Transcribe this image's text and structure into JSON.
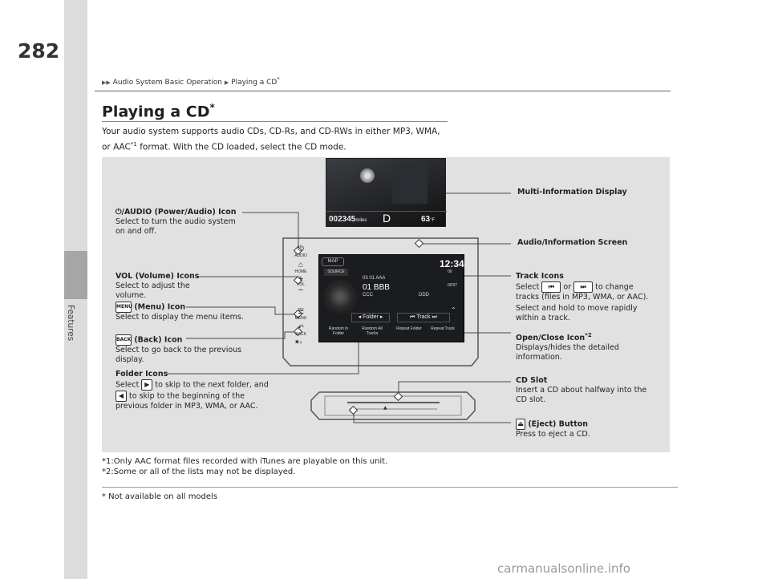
{
  "page": {
    "number": "282",
    "section": "Features",
    "breadcrumb": [
      "Audio System Basic Operation",
      "Playing a CD"
    ],
    "breadcrumb_star": "*",
    "title": "Playing a CD",
    "title_star": "*",
    "intro_1": "Your audio system supports audio CDs, CD-Rs, and CD-RWs in either MP3, WMA,",
    "intro_2a": "or AAC",
    "intro_2sup": "*1",
    "intro_2b": " format. With the CD loaded, select the CD mode.",
    "footnotes": [
      "*1:Only AAC format files recorded with iTunes are playable on this unit.",
      "*2:Some or all of the lists may not be displayed."
    ],
    "not_available": "* Not available on all models"
  },
  "mid": {
    "odometer": "002345",
    "odometer_unit": "miles",
    "gear": "D",
    "temperature": "63",
    "temp_unit": "°F"
  },
  "screen": {
    "map_label": "MAP",
    "source_label": "SOURCE",
    "clock": "12:34",
    "elapsed": "00",
    "track_line_1": "03 01 AAA",
    "track_line_2": "01 BBB",
    "track_line_3": "CCC",
    "track_right": "DDD",
    "track_time": "00'07",
    "folder_label": "Folder",
    "track_label": "Track",
    "bottom_buttons": [
      "Random in Folder",
      "Random All Tracks",
      "Repeat Folder",
      "Repeat Track"
    ],
    "side_home": "HOME",
    "side_vol": "VOL",
    "side_menu": "MENU",
    "side_back": "BACK",
    "side_audio": "AUDIO"
  },
  "callouts": {
    "power_title": "/AUDIO (Power/Audio) Icon",
    "power_desc": [
      "Select to turn the audio system",
      "on and off."
    ],
    "vol_title": "VOL (Volume) Icons",
    "vol_desc": "Select to adjust the volume.",
    "menu_title": "(Menu) Icon",
    "menu_desc": "Select to display the menu items.",
    "back_title": "(Back) Icon",
    "back_desc": [
      "Select to go back to the previous",
      "display."
    ],
    "folder_title": "Folder Icons",
    "folder_desc_1a": "Select",
    "folder_desc_1b": "to skip to the next folder, and",
    "folder_desc_2": "to skip to the beginning of the",
    "folder_desc_3": "previous folder in MP3, WMA, or AAC.",
    "mid_title": "Multi-Information Display",
    "screen_title": "Audio/Information Screen",
    "track_title": "Track Icons",
    "track_desc_1a": "Select",
    "track_desc_1b": "or",
    "track_desc_1c": "to change",
    "track_desc_2": "tracks (files in MP3, WMA, or AAC).",
    "track_desc_3": "Select and hold to move rapidly",
    "track_desc_4": "within a track.",
    "open_title": "Open/Close Icon",
    "open_sup": "*2",
    "open_desc": [
      "Displays/hides the detailed",
      "information."
    ],
    "cd_title": "CD Slot",
    "cd_desc": [
      "Insert a CD about halfway into the",
      "CD slot."
    ],
    "eject_title": "(Eject) Button",
    "eject_desc": "Press to eject a CD."
  },
  "icons": {
    "power": "power-icon",
    "menu": "menu-icon",
    "back": "back-icon",
    "eject": "eject-icon",
    "skip_back": "skip-back-icon",
    "skip_forward": "skip-forward-icon",
    "next": "next-icon",
    "previous": "previous-icon"
  },
  "watermark": "carmanualsonline.info"
}
